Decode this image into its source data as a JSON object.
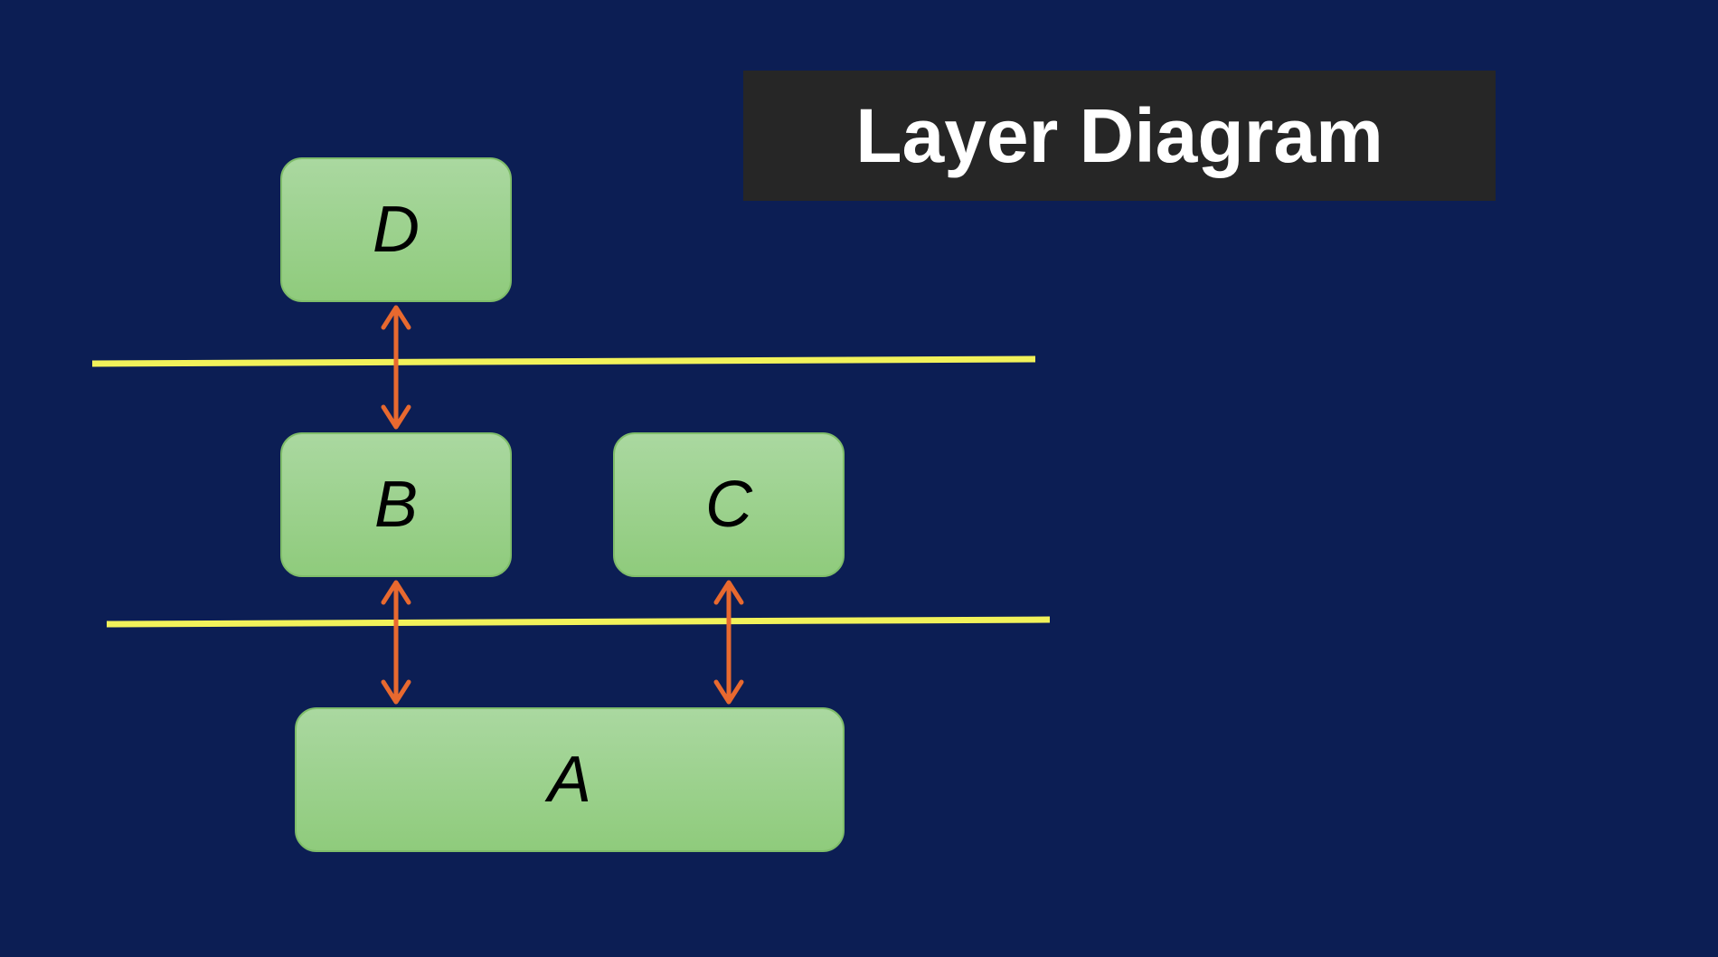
{
  "title": "Layer Diagram",
  "nodes": {
    "d": "D",
    "b": "B",
    "c": "C",
    "a": "A"
  },
  "colors": {
    "background": "#0c1e54",
    "title_background": "#262626",
    "node_fill": "#9ed28e",
    "layer_line": "#f2f25a",
    "arrow": "#e8692f"
  }
}
